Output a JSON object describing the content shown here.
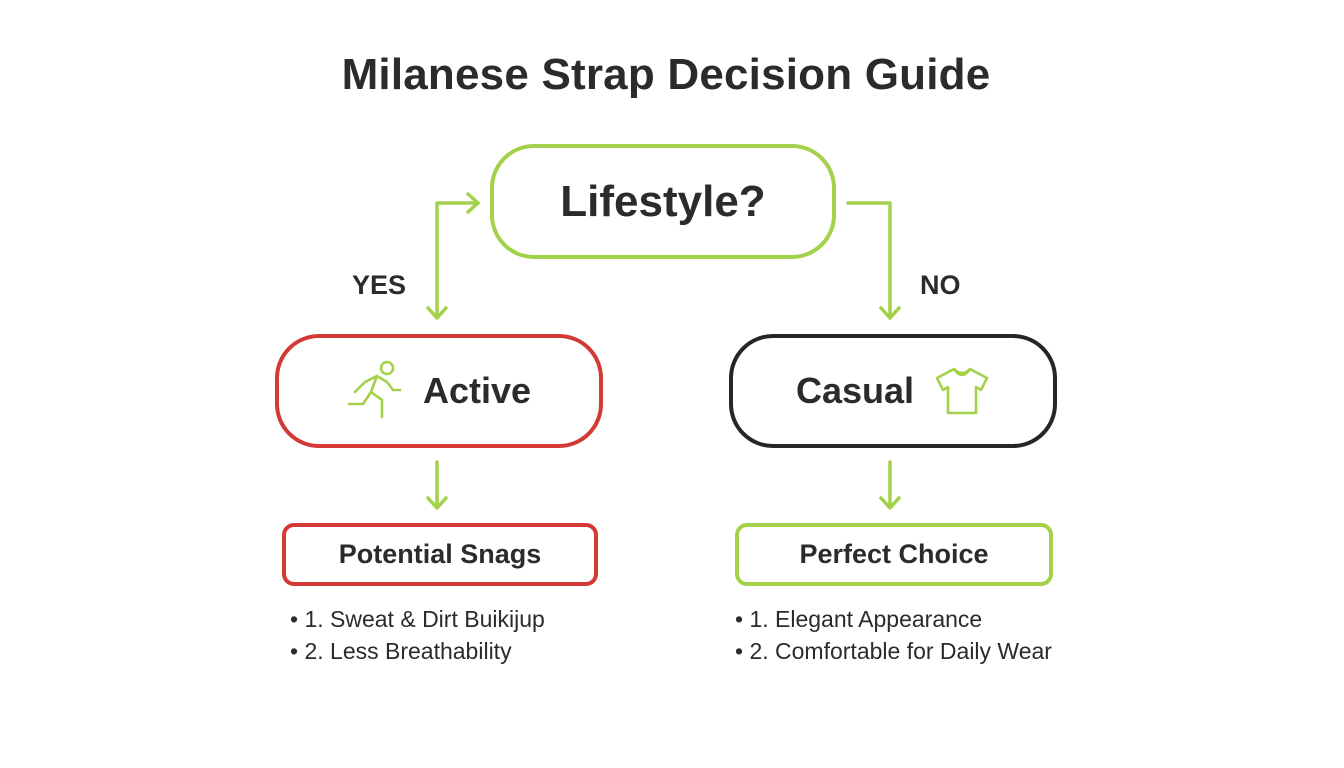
{
  "title": "Milanese Strap Decision Guide",
  "colors": {
    "green": "#a3d14a",
    "red": "#d33a36",
    "dark": "#262626"
  },
  "decision": {
    "label": "Lifestyle?"
  },
  "branches": {
    "yes_label": "YES",
    "no_label": "NO"
  },
  "active": {
    "label": "Active",
    "icon": "running-person-icon",
    "outcome": {
      "label": "Potential Snags",
      "items": [
        "1. Sweat & Dirt Buikijup",
        "2. Less Breathability"
      ]
    }
  },
  "casual": {
    "label": "Casual",
    "icon": "t-shirt-icon",
    "outcome": {
      "label": "Perfect Choice",
      "items": [
        "1. Elegant Appearance",
        "2. Comfortable for Daily Wear"
      ]
    }
  }
}
